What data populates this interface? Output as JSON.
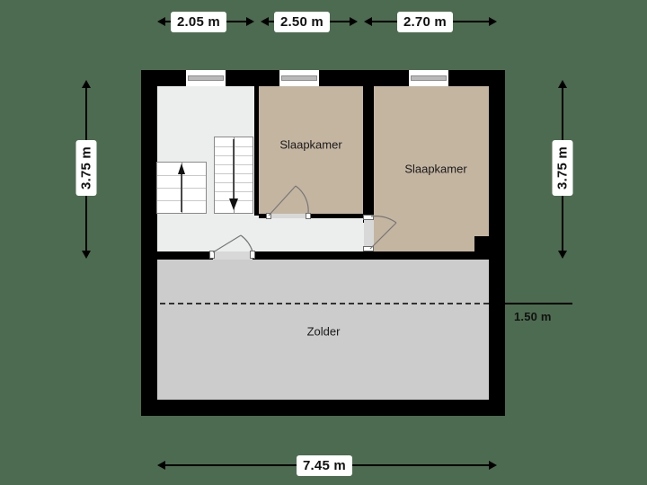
{
  "plan": {
    "background_color": "#4d6b50",
    "wall_color": "#000000",
    "bedroom_color": "#c4b5a1",
    "hall_color": "#eceded",
    "attic_color": "#cccccc",
    "rooms": [
      {
        "name": "bedroom-left",
        "label": "Slaapkamer"
      },
      {
        "name": "bedroom-right",
        "label": "Slaapkamer"
      },
      {
        "name": "attic",
        "label": "Zolder"
      }
    ]
  },
  "dimensions": {
    "top": [
      {
        "name": "top-segment-1",
        "value": "2.05 m"
      },
      {
        "name": "top-segment-2",
        "value": "2.50 m"
      },
      {
        "name": "top-segment-3",
        "value": "2.70 m"
      }
    ],
    "left": {
      "name": "left-height",
      "value": "3.75 m"
    },
    "right": {
      "name": "right-height",
      "value": "3.75 m"
    },
    "right_extra": {
      "name": "right-eave",
      "value": "1.50 m"
    },
    "bottom": {
      "name": "total-width",
      "value": "7.45 m"
    }
  }
}
